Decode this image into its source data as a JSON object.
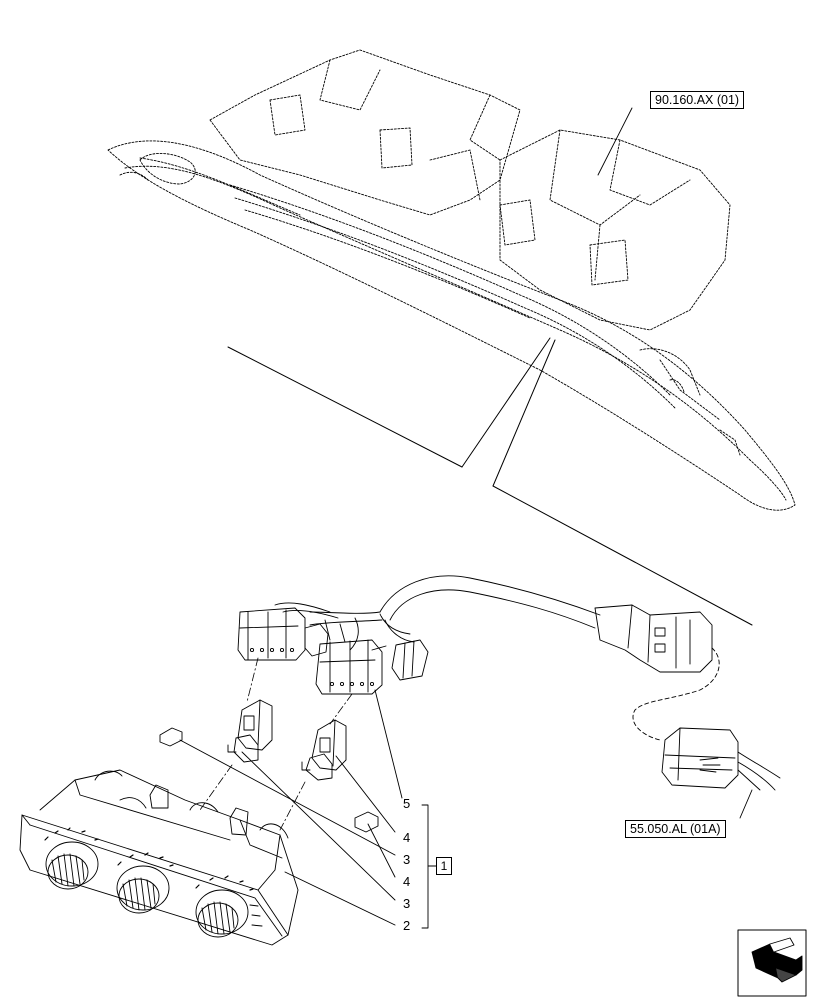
{
  "references": {
    "ref_top": "90.160.AX (01)",
    "ref_right": "55.050.AL (01A)"
  },
  "callouts": {
    "c5": "5",
    "c4a": "4",
    "c3a": "3",
    "c4b": "4",
    "c3b": "3",
    "c2": "2"
  },
  "group_label": "1"
}
